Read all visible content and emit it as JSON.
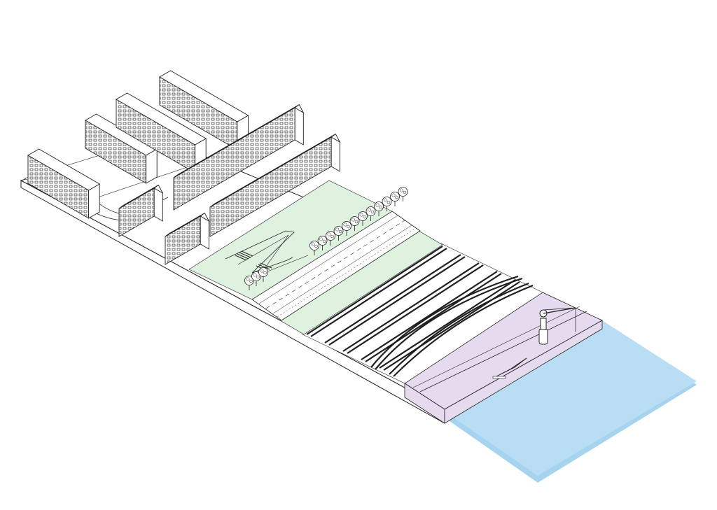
{
  "scene": {
    "kind": "isometric-urban-section",
    "zones": [
      {
        "id": "housing",
        "color": "#ffffff"
      },
      {
        "id": "park",
        "color": "#dff2df"
      },
      {
        "id": "road",
        "color": "#ffffff"
      },
      {
        "id": "railway-verge",
        "color": "#dff2df"
      },
      {
        "id": "railway",
        "color": "#ffffff"
      },
      {
        "id": "quay",
        "color": "#e6dbee"
      },
      {
        "id": "water",
        "color": "#b9def4"
      }
    ],
    "colors": {
      "line": "#222222",
      "park": "#dff2df",
      "quay": "#e6dbee",
      "water": "#b9def4",
      "water_edge": "#a6d3ef",
      "rail": "#1f1f1f"
    },
    "counts": {
      "rail_tracks": 5,
      "road_trees": 12,
      "park_trees": 3,
      "housing_blocks": 8
    },
    "icons": [
      "harbour-crane-icon",
      "tree-icon",
      "apartment-block-icon",
      "boat-ramp-icon"
    ]
  }
}
